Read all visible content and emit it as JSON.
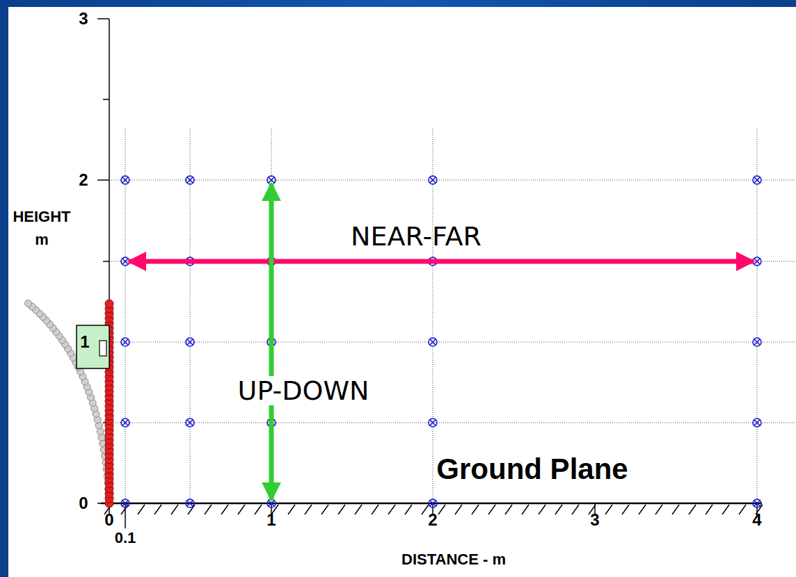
{
  "diagram": {
    "labels": [
      "3",
      "2",
      "1",
      "0",
      "HEIGHT",
      "m",
      "0",
      "0.1",
      "1",
      "2",
      "3",
      "4",
      "DISTANCE - m",
      "NEAR-FAR",
      "UP-DOWN",
      "Ground Plane"
    ]
  }
}
